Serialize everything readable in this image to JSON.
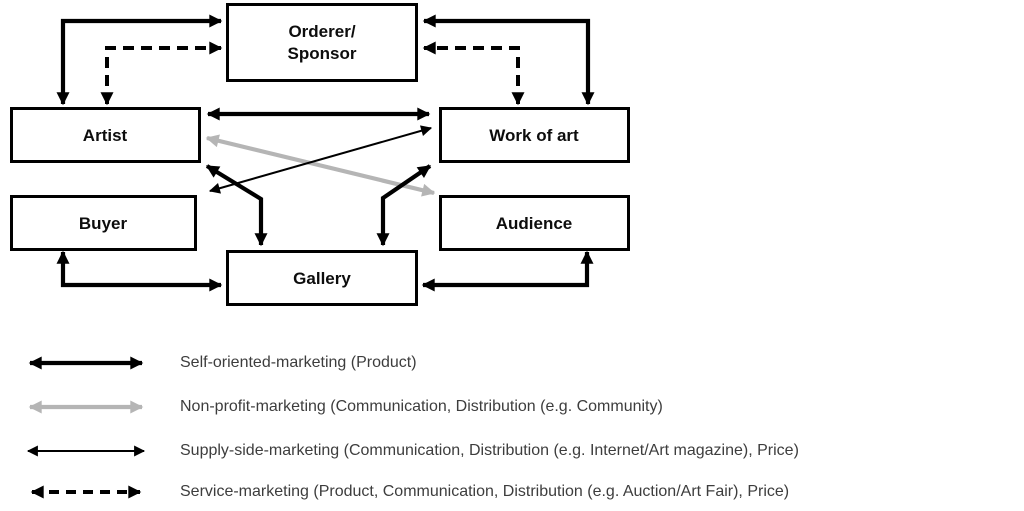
{
  "colors": {
    "arrow_black": "#000000",
    "arrow_gray": "#b5b5b5",
    "box_border": "#000000",
    "box_label": "#0d0d0d",
    "legend_text": "#3d3d3d",
    "background": "#ffffff"
  },
  "diagram": {
    "nodes": {
      "orderer_sponsor": {
        "line1": "Orderer/",
        "line2": "Sponsor"
      },
      "artist": {
        "label": "Artist"
      },
      "work_of_art": {
        "label": "Work of art"
      },
      "buyer": {
        "label": "Buyer"
      },
      "audience": {
        "label": "Audience"
      },
      "gallery": {
        "label": "Gallery"
      }
    },
    "connections": [
      {
        "from": "Artist",
        "to": "Orderer/Sponsor",
        "style": "self-oriented-marketing",
        "arrow": "double"
      },
      {
        "from": "Work of art",
        "to": "Orderer/Sponsor",
        "style": "self-oriented-marketing",
        "arrow": "double"
      },
      {
        "from": "Artist",
        "to": "Orderer/Sponsor",
        "style": "service-marketing",
        "arrow": "double"
      },
      {
        "from": "Work of art",
        "to": "Orderer/Sponsor",
        "style": "service-marketing",
        "arrow": "double"
      },
      {
        "from": "Artist",
        "to": "Work of art",
        "style": "self-oriented-marketing",
        "arrow": "double"
      },
      {
        "from": "Artist",
        "to": "Audience",
        "style": "non-profit-marketing",
        "arrow": "double"
      },
      {
        "from": "Buyer",
        "to": "Work of art",
        "style": "supply-side-marketing",
        "arrow": "double"
      },
      {
        "from": "Artist",
        "to": "Gallery",
        "style": "self-oriented-marketing",
        "arrow": "double"
      },
      {
        "from": "Work of art",
        "to": "Gallery",
        "style": "self-oriented-marketing",
        "arrow": "double"
      },
      {
        "from": "Buyer",
        "to": "Gallery",
        "style": "self-oriented-marketing",
        "arrow": "double"
      },
      {
        "from": "Audience",
        "to": "Gallery",
        "style": "self-oriented-marketing",
        "arrow": "double"
      }
    ]
  },
  "legend": {
    "items": [
      {
        "id": "self-oriented-marketing",
        "style": "thick-solid-black",
        "label": "Self-oriented-marketing (Product)"
      },
      {
        "id": "non-profit-marketing",
        "style": "thick-solid-gray",
        "label": "Non-profit-marketing (Communication, Distribution (e.g. Community)"
      },
      {
        "id": "supply-side-marketing",
        "style": "thin-solid-black",
        "label": "Supply-side-marketing (Communication, Distribution (e.g. Internet/Art magazine), Price)"
      },
      {
        "id": "service-marketing",
        "style": "dashed-black",
        "label": "Service-marketing (Product, Communication, Distribution (e.g. Auction/Art Fair), Price)"
      }
    ]
  }
}
